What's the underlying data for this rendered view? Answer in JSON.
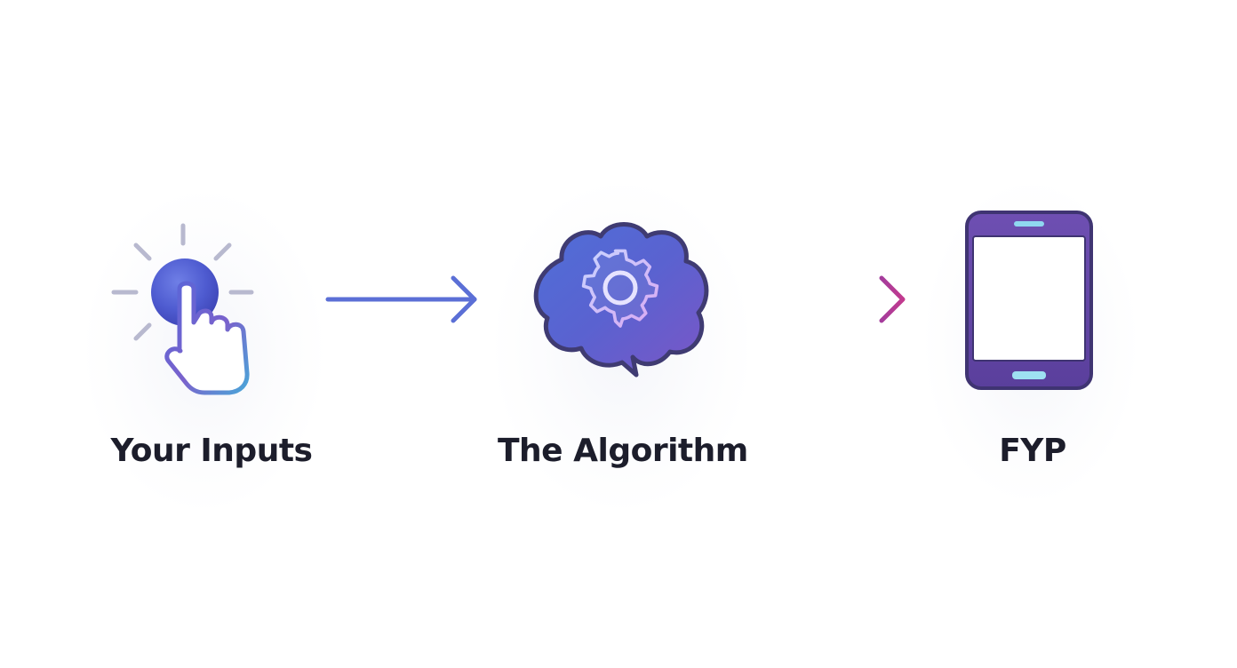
{
  "nodes": [
    {
      "id": "inputs",
      "label": "Your Inputs",
      "icon": "tap-hand-icon"
    },
    {
      "id": "algorithm",
      "label": "The Algorithm",
      "icon": "brain-gear-icon"
    },
    {
      "id": "fyp",
      "label": "FYP",
      "icon": "phone-icon"
    }
  ],
  "edges": [
    {
      "from": "inputs",
      "to": "algorithm",
      "color": "#5b6fd6"
    },
    {
      "from": "algorithm",
      "to": "fyp",
      "color": "#b33c96"
    }
  ],
  "colors": {
    "blue": "#4f6fd8",
    "purple": "#6a4fb8",
    "violet": "#7b56c6",
    "magenta": "#b33c96",
    "label": "#1c1d2b"
  }
}
